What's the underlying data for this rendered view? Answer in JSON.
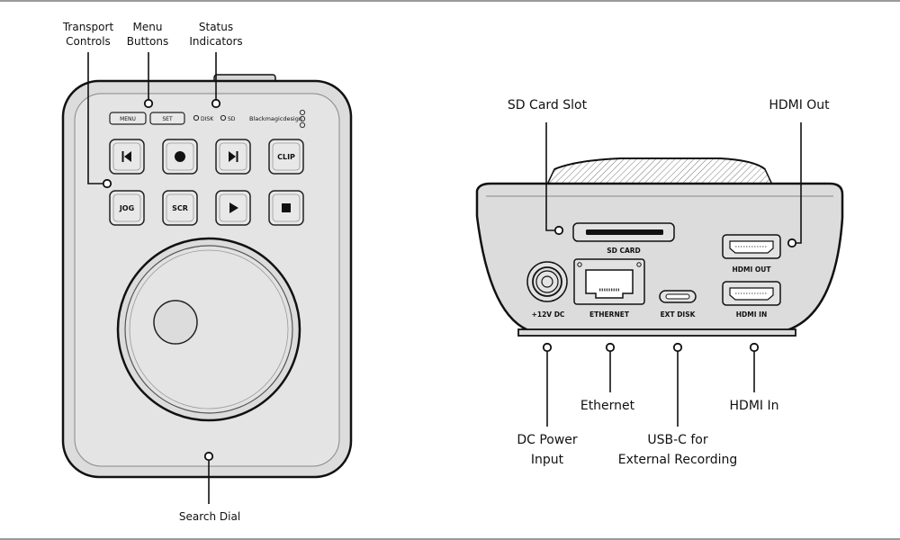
{
  "left_device": {
    "callouts": {
      "transport_controls": [
        "Transport",
        "Controls"
      ],
      "menu_buttons": [
        "Menu",
        "Buttons"
      ],
      "status_indicators": [
        "Status",
        "Indicators"
      ],
      "search_dial": "Search Dial"
    },
    "menu_button": "MENU",
    "set_button": "SET",
    "disk_indicator": "DISK",
    "sd_indicator": "SD",
    "brand": "Blackmagicdesign",
    "clip_button": "CLIP",
    "jog_button": "JOG",
    "scr_button": "SCR"
  },
  "right_device": {
    "callouts": {
      "sd_card_slot": "SD Card Slot",
      "hdmi_out": "HDMI Out",
      "ethernet": "Ethernet",
      "hdmi_in": "HDMI In",
      "dc_power": [
        "DC Power",
        "Input"
      ],
      "usb_c": [
        "USB-C for",
        "External Recording"
      ]
    },
    "port_labels": {
      "sd_card": "SD CARD",
      "hdmi_out": "HDMI OUT",
      "dc": "+12V DC",
      "ethernet": "ETHERNET",
      "ext_disk": "EXT DISK",
      "hdmi_in": "HDMI IN"
    }
  }
}
